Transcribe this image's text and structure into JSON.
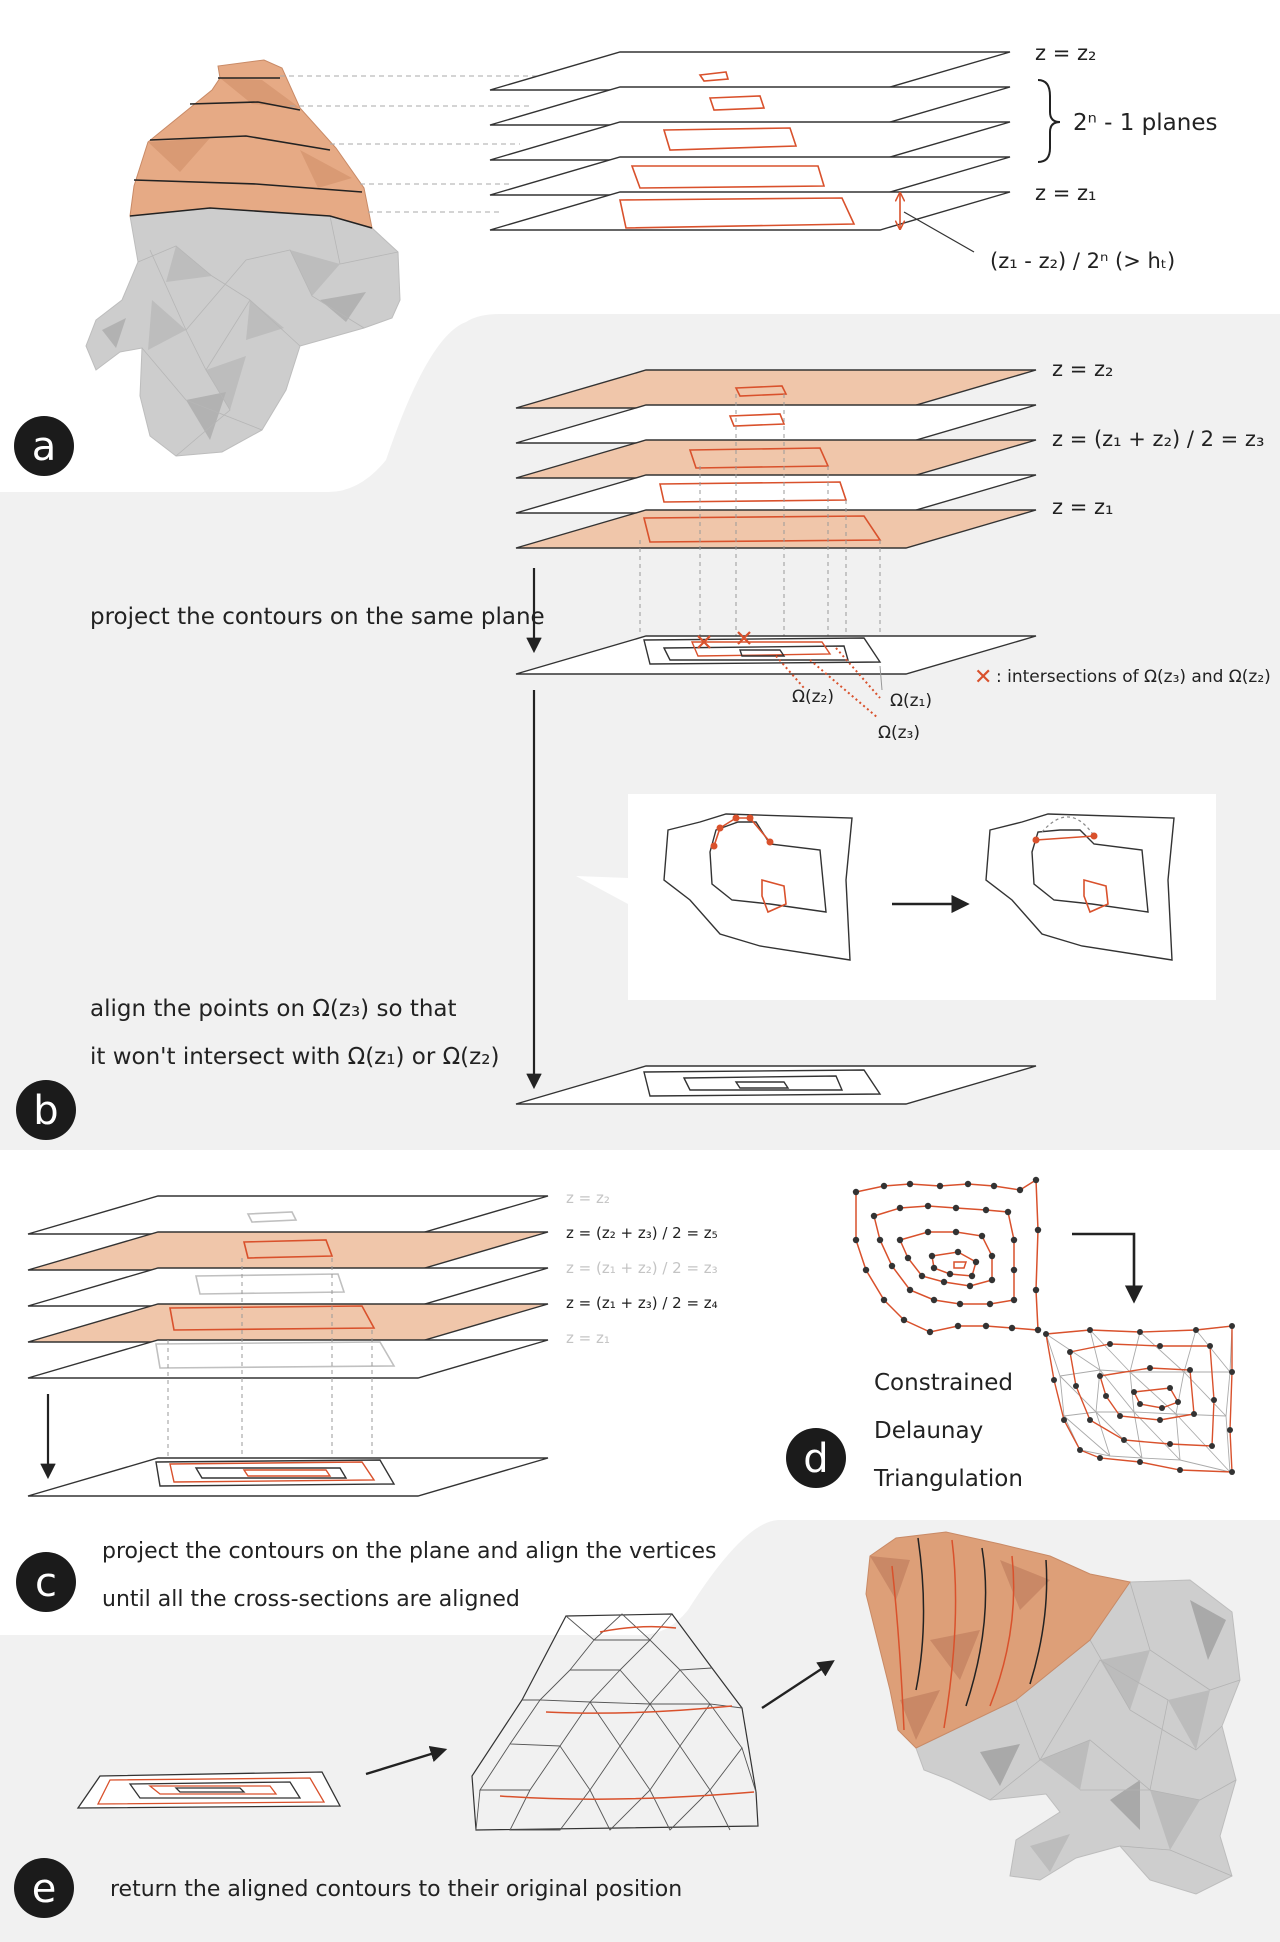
{
  "colors": {
    "accent": "#d9512c",
    "peach": "#f0c6aa",
    "panel_grey": "#f1f1f1",
    "mesh_grey": "#c9c9c9",
    "mesh_orange": "#c98a66",
    "badge": "#1b1b1b"
  },
  "panel_a": {
    "badge": "a",
    "plane_top": "z = z₂",
    "planes_count": "2ⁿ - 1 planes",
    "plane_bottom": "z = z₁",
    "spacing": "(z₁ - z₂) / 2ⁿ (> hₜ)"
  },
  "panel_b": {
    "badge": "b",
    "plane_top": "z = z₂",
    "plane_mid": "z = (z₁ + z₂) / 2 = z₃",
    "plane_bottom": "z = z₁",
    "step_project": "project the contours on the same plane",
    "legend_mark": "✕",
    "legend_text": ": intersections of Ω(z₃) and Ω(z₂)",
    "contour_z2": "Ω(z₂)",
    "contour_z1": "Ω(z₁)",
    "contour_z3": "Ω(z₃)",
    "step_align_line1": "align the points on Ω(z₃) so that",
    "step_align_line2": "it won't intersect with Ω(z₁) or Ω(z₂)"
  },
  "panel_c": {
    "badge": "c",
    "plane_1": "z = z₂",
    "plane_2": "z = (z₂ + z₃) / 2 = z₅",
    "plane_3": "z = (z₁ + z₂) / 2 = z₃",
    "plane_4": "z = (z₁ + z₃) / 2 = z₄",
    "plane_5": "z = z₁",
    "caption_line1": "project the contours on the plane and align the vertices",
    "caption_line2": "until all the cross-sections are aligned"
  },
  "panel_d": {
    "badge": "d",
    "caption_line1": "Constrained",
    "caption_line2": "Delaunay",
    "caption_line3": "Triangulation"
  },
  "panel_e": {
    "badge": "e",
    "caption": "return the aligned contours to their original position"
  }
}
